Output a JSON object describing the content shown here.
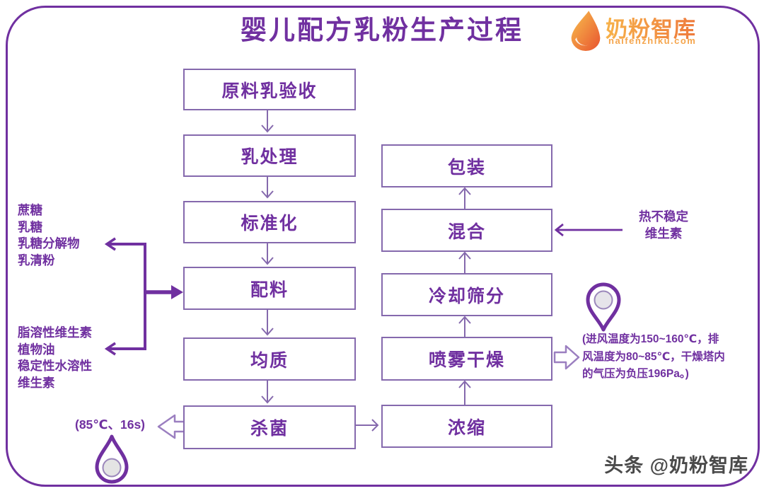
{
  "title": "婴儿配方乳粉生产过程",
  "brand": {
    "name": "奶粉智库",
    "domain": "naifenzhiku.com"
  },
  "watermark": "头条 @奶粉智库",
  "flow": {
    "left_column": [
      {
        "label": "原料乳验收"
      },
      {
        "label": "乳处理"
      },
      {
        "label": "标准化"
      },
      {
        "label": "配料"
      },
      {
        "label": "均质"
      },
      {
        "label": "杀菌"
      }
    ],
    "right_column": [
      {
        "label": "包装"
      },
      {
        "label": "混合"
      },
      {
        "label": "冷却筛分"
      },
      {
        "label": "喷雾干燥"
      },
      {
        "label": "浓缩"
      }
    ]
  },
  "annotations": {
    "batching_inputs_top": [
      "蔗糖",
      "乳糖",
      "乳糖分解物",
      "乳清粉"
    ],
    "batching_inputs_bottom": [
      "脂溶性维生素",
      "植物油",
      "稳定性水溶性",
      "维生素"
    ],
    "mixing_input": [
      "热不稳定",
      "维生素"
    ],
    "sterilization_params": "(85℃、16s)",
    "spray_drying_params": [
      "(进风温度为150~160℃，排",
      "风温度为80~85℃，干燥塔内",
      "的气压为负压196Pa。)"
    ]
  },
  "icons": {
    "brand": "milk-drop-icon",
    "spray_drying_marker": "location-pin-icon",
    "sterilization_marker": "water-drop-icon"
  },
  "colors": {
    "primary": "#7030A0",
    "box_border": "#8569AD",
    "thin_arrow": "#8569AD",
    "hollow_arrow": "#9B7FC0",
    "logo_orange_light": "#F7B24A",
    "logo_orange_dark": "#EE7A3C",
    "watermark_text": "#4A4A4A"
  }
}
